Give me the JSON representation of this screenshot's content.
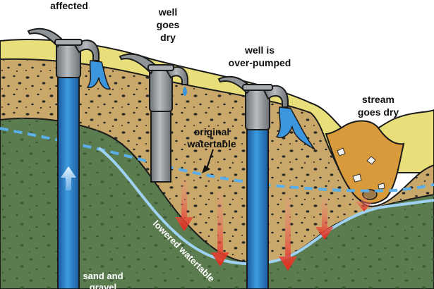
{
  "labels": {
    "affected": "affected",
    "well_goes_dry_1": "well",
    "well_goes_dry_2": "goes",
    "well_goes_dry_3": "dry",
    "over_pumped_1": "well is",
    "over_pumped_2": "over-pumped",
    "stream_1": "stream",
    "stream_2": "goes dry",
    "original_1": "original",
    "original_2": "watertable",
    "lowered": "lowered watertable",
    "sand_1": "sand and",
    "sand_2": "gravel"
  },
  "colors": {
    "grass": "#e8df7a",
    "topsoil": "#c9a86a",
    "aquifer": "#5b7c4e",
    "water": "#2f86cc",
    "arrow": "#e23b2a",
    "pump": "#8f9499"
  },
  "icons": [
    "hand-pump-icon",
    "water-splash-icon",
    "down-arrow-icon",
    "up-arrow-icon"
  ]
}
